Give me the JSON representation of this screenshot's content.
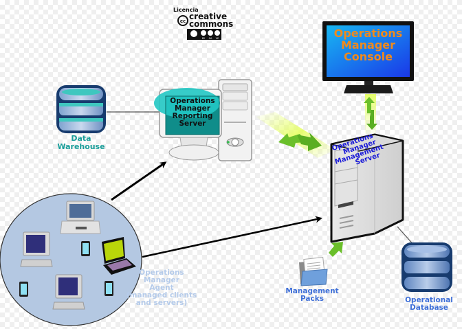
{
  "license_badge": {
    "prefix": "Licencia",
    "line1": "creative",
    "line2": "commons",
    "cc_glyph": "cc",
    "attributes": [
      "BY",
      "SA",
      "VE"
    ]
  },
  "nodes": {
    "console": {
      "lines": [
        "Operations",
        "Manager",
        "Console"
      ],
      "icon": "monitor-icon"
    },
    "reporting_server": {
      "lines": [
        "Operations",
        "Manager",
        "Reporting",
        "Server"
      ],
      "icon": "desktop-computer-icon"
    },
    "data_warehouse": {
      "lines": [
        "Data",
        "Warehouse"
      ],
      "icon": "database-icon"
    },
    "management_server": {
      "lines": [
        "Operations",
        "Manager",
        "Management",
        "Server"
      ],
      "icon": "server-tower-icon"
    },
    "agent": {
      "lines": [
        "Operations",
        "Manager",
        "Agent",
        "(managed clients",
        "and servers)"
      ],
      "icon": "client-group-icon"
    },
    "management_packs": {
      "lines": [
        "Management",
        "Packs"
      ],
      "icon": "folder-icon"
    },
    "operational_database": {
      "lines": [
        "Operational",
        "Database"
      ],
      "icon": "database-icon"
    }
  },
  "colors": {
    "teal_label": "#1a9e9a",
    "blue_label": "#3e6fd8",
    "light_blue_label": "#b5cbea",
    "orange_screen_text": "#f08a1c",
    "server_text": "#1a1ad8",
    "arrow_green": "#6abf2a",
    "agent_ellipse": "#b4c8e2"
  },
  "connections": [
    {
      "from": "agent",
      "to": "reporting_server",
      "type": "arrow"
    },
    {
      "from": "agent",
      "to": "management_server",
      "type": "arrow"
    },
    {
      "from": "reporting_server",
      "to": "management_server",
      "type": "bidirectional"
    },
    {
      "from": "console",
      "to": "management_server",
      "type": "bidirectional"
    },
    {
      "from": "data_warehouse",
      "to": "reporting_server",
      "type": "line"
    },
    {
      "from": "management_server",
      "to": "operational_database",
      "type": "line"
    },
    {
      "from": "management_packs",
      "to": "management_server",
      "type": "arrow"
    }
  ]
}
